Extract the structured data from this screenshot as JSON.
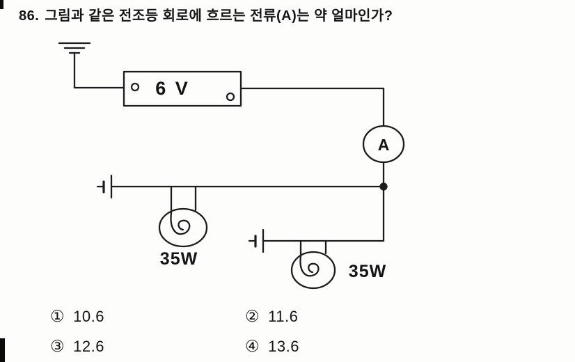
{
  "question": {
    "number": "86.",
    "text": "그림과 같은 전조등 회로에 흐르는 전류(A)는 약 얼마인가?"
  },
  "diagram": {
    "battery_label": "6 V",
    "ammeter_label": "A",
    "lamp1_label": "35W",
    "lamp2_label": "35W"
  },
  "choices": [
    {
      "marker": "①",
      "value": "10.6"
    },
    {
      "marker": "②",
      "value": "11.6"
    },
    {
      "marker": "③",
      "value": "12.6"
    },
    {
      "marker": "④",
      "value": "13.6"
    }
  ]
}
